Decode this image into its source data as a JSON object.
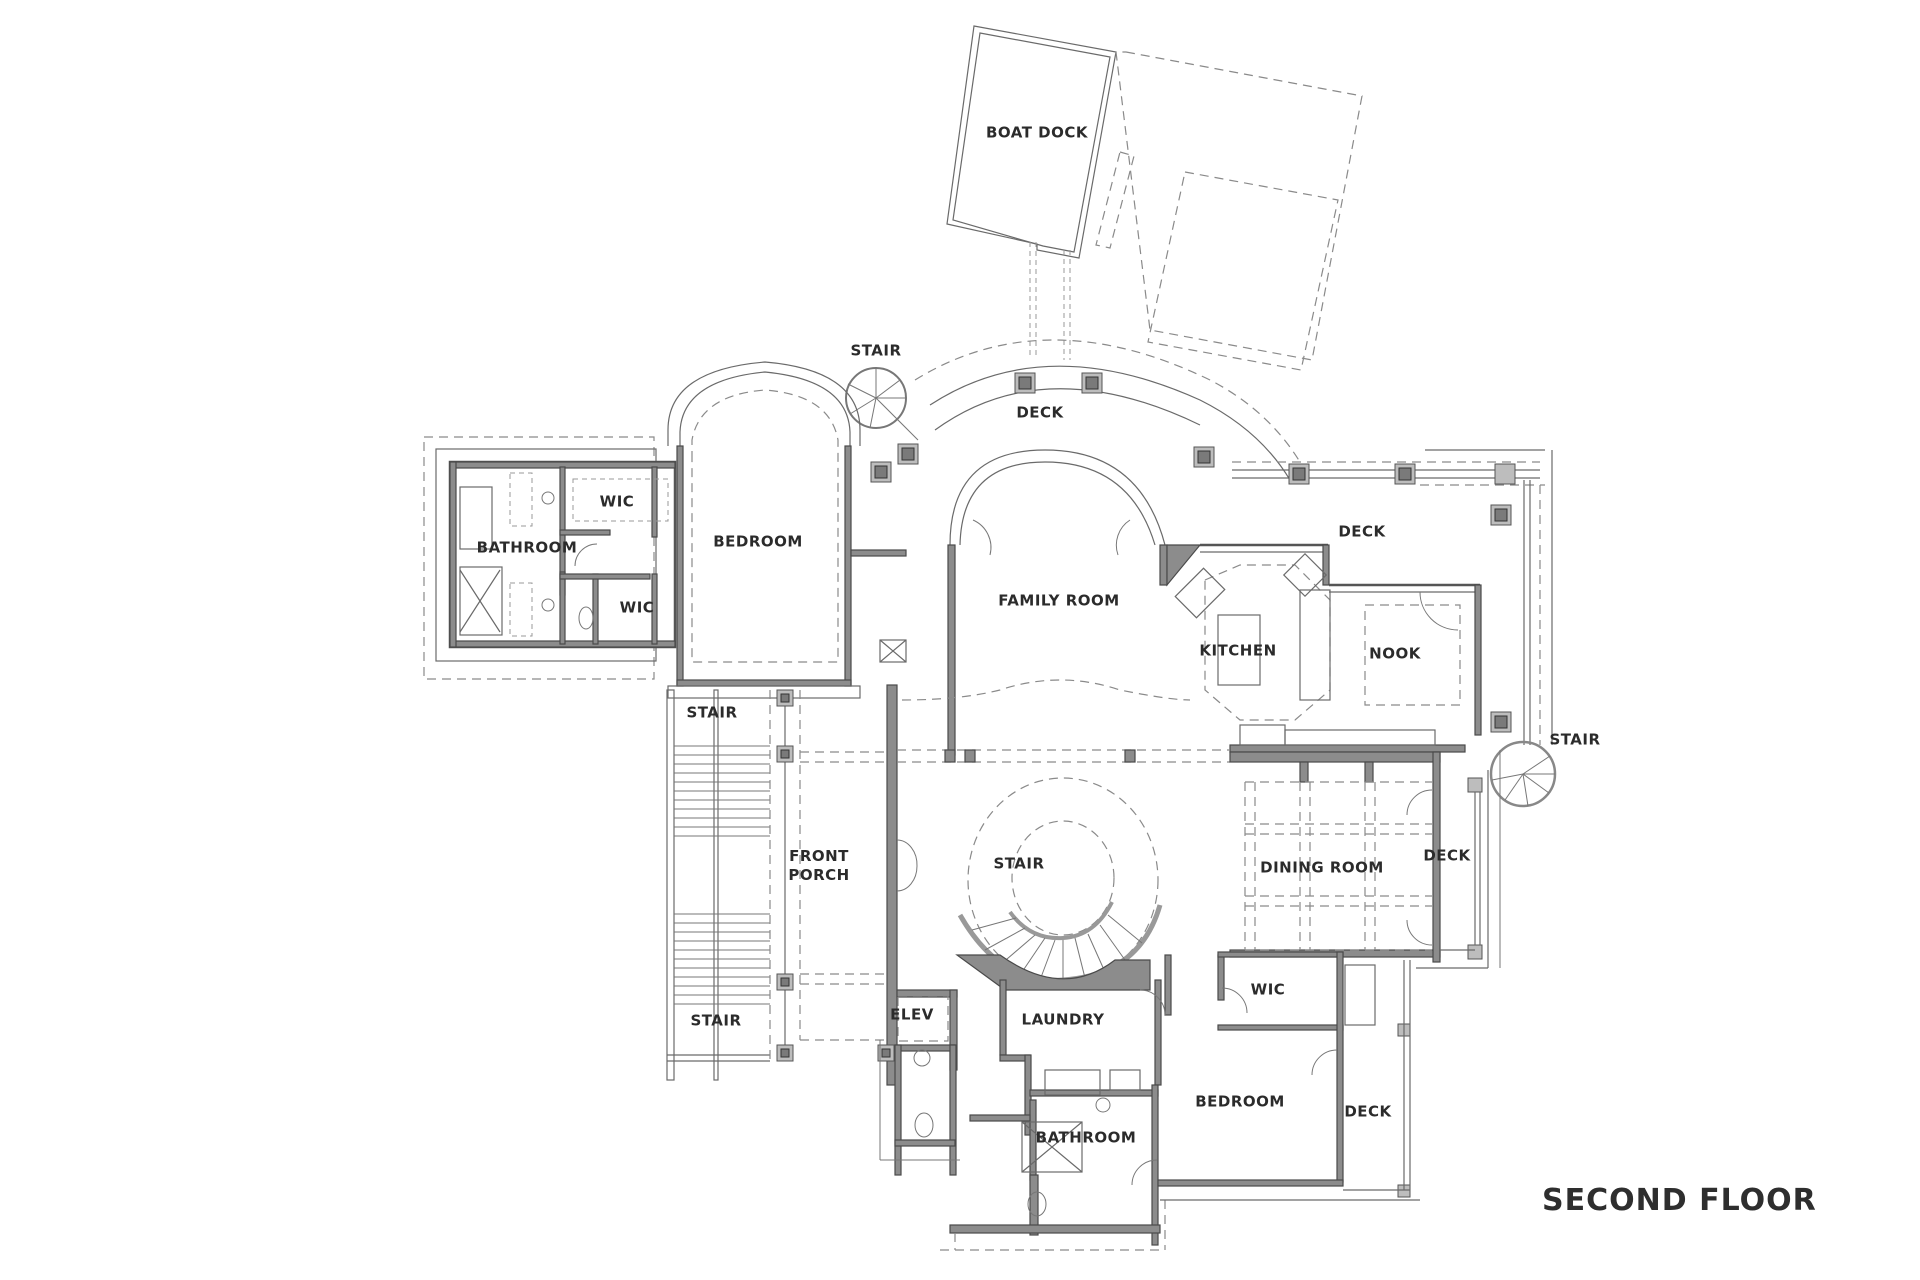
{
  "plan": {
    "title": "SECOND FLOOR",
    "colors": {
      "ink": "#2b2b2b",
      "wall_fill": "#8c8c8c",
      "line": "#6a6a6a",
      "background": "#ffffff"
    },
    "rooms": [
      {
        "id": "boat-dock",
        "label": "BOAT DOCK"
      },
      {
        "id": "stair-spiral-north",
        "label": "STAIR"
      },
      {
        "id": "deck-north",
        "label": "DECK"
      },
      {
        "id": "wic-upper",
        "label": "WIC"
      },
      {
        "id": "bathroom-west",
        "label": "BATHROOM"
      },
      {
        "id": "bedroom-west",
        "label": "BEDROOM"
      },
      {
        "id": "wic-lower",
        "label": "WIC"
      },
      {
        "id": "family-room",
        "label": "FAMILY ROOM"
      },
      {
        "id": "deck-northeast",
        "label": "DECK"
      },
      {
        "id": "kitchen",
        "label": "KITCHEN"
      },
      {
        "id": "nook",
        "label": "NOOK"
      },
      {
        "id": "stair-spiral-east",
        "label": "STAIR"
      },
      {
        "id": "stair-west-upper",
        "label": "STAIR"
      },
      {
        "id": "front-porch",
        "label": "FRONT\nPORCH"
      },
      {
        "id": "stair-central",
        "label": "STAIR"
      },
      {
        "id": "dining-room",
        "label": "DINING ROOM"
      },
      {
        "id": "deck-east",
        "label": "DECK"
      },
      {
        "id": "elev",
        "label": "ELEV"
      },
      {
        "id": "laundry",
        "label": "LAUNDRY"
      },
      {
        "id": "wic-east",
        "label": "WIC"
      },
      {
        "id": "stair-west-lower",
        "label": "STAIR"
      },
      {
        "id": "bedroom-south",
        "label": "BEDROOM"
      },
      {
        "id": "deck-south",
        "label": "DECK"
      },
      {
        "id": "bathroom-south",
        "label": "BATHROOM"
      }
    ]
  }
}
